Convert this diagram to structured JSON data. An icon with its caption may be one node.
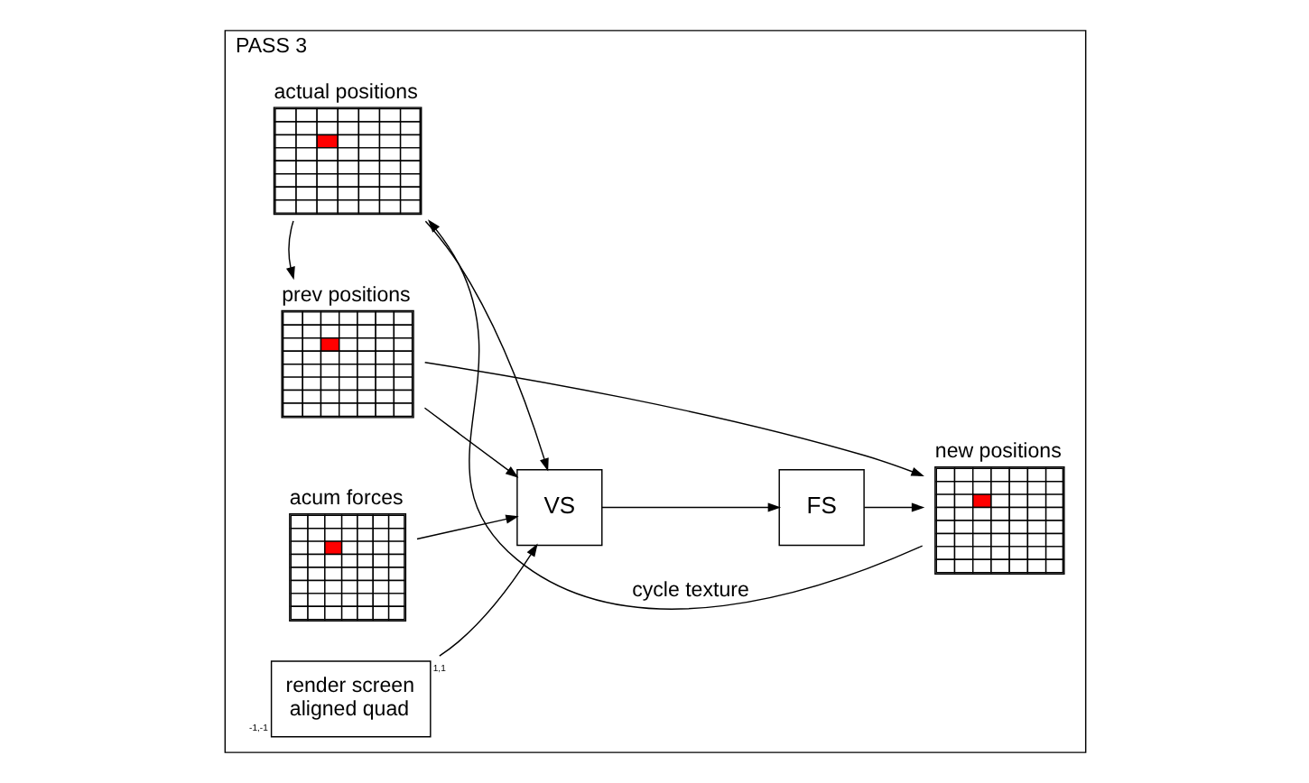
{
  "diagram": {
    "nodes": [
      {
        "text": [
          "PASS 3"
        ]
      },
      {
        "text": [
          "acum forces"
        ],
        "in": 0
      },
      {
        "text": [
          "render screen aligned quad"
        ],
        "in": 0,
        "beside": [
          "1,1",
          "-1,-1"
        ]
      },
      {
        "text": [
          "prev positions"
        ],
        "in": 0
      },
      {
        "text": [
          "VS"
        ],
        "in": 0
      },
      {
        "text": [
          "FS"
        ],
        "in": 0
      },
      {
        "text": [
          "new positions"
        ],
        "in": 0
      },
      {
        "text": [
          "actual positions"
        ],
        "in": 0
      }
    ],
    "edges": [
      {
        "from": 1,
        "to": 4,
        "arrow": "to"
      },
      {
        "from": 2,
        "to": 4,
        "arrow": "to"
      },
      {
        "from": 3,
        "to": 4,
        "arrow": "to"
      },
      {
        "from": 7,
        "to": 4,
        "arrow": "to"
      },
      {
        "from": 4,
        "to": 5,
        "arrow": "to"
      },
      {
        "from": 5,
        "to": 6,
        "arrow": "to"
      },
      {
        "from": 3,
        "to": 6,
        "arrow": "to"
      },
      {
        "from": 6,
        "to": 7,
        "arrow": "to",
        "label": "cycle texture"
      },
      {
        "from": 7,
        "to": 3,
        "arrow": "to"
      }
    ]
  }
}
